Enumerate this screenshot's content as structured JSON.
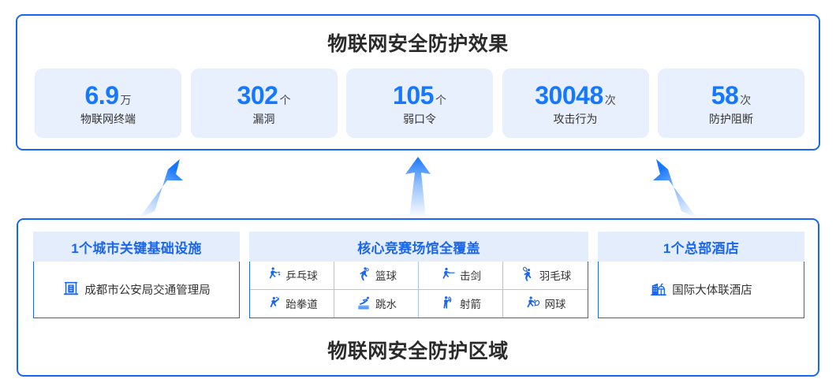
{
  "top": {
    "title": "物联网安全防护效果",
    "stats": [
      {
        "number": "6.9",
        "unit": "万",
        "label": "物联网终端"
      },
      {
        "number": "302",
        "unit": "个",
        "label": "漏洞"
      },
      {
        "number": "105",
        "unit": "个",
        "label": "弱口令"
      },
      {
        "number": "30048",
        "unit": "次",
        "label": "攻击行为"
      },
      {
        "number": "58",
        "unit": "次",
        "label": "防护阻断"
      }
    ]
  },
  "arrows": [
    {
      "name": "arrow-left-diagonal"
    },
    {
      "name": "arrow-middle-vertical"
    },
    {
      "name": "arrow-right-diagonal"
    }
  ],
  "bottom": {
    "title": "物联网安全防护区域",
    "zone_left": {
      "header": "1个城市关键基础设施",
      "entity": {
        "icon": "government-building-icon",
        "label": "成都市公安局交通管理局"
      }
    },
    "zone_mid": {
      "header": "核心竞赛场馆全覆盖",
      "sports": [
        {
          "icon": "table-tennis-icon",
          "label": "乒乓球"
        },
        {
          "icon": "basketball-icon",
          "label": "篮球"
        },
        {
          "icon": "fencing-icon",
          "label": "击剑"
        },
        {
          "icon": "badminton-icon",
          "label": "羽毛球"
        },
        {
          "icon": "taekwondo-icon",
          "label": "跆拳道"
        },
        {
          "icon": "diving-icon",
          "label": "跳水"
        },
        {
          "icon": "archery-icon",
          "label": "射箭"
        },
        {
          "icon": "tennis-icon",
          "label": "网球"
        }
      ]
    },
    "zone_right": {
      "header": "1个总部酒店",
      "entity": {
        "icon": "hotel-building-icon",
        "label": "国际大体联酒店"
      }
    }
  },
  "colors": {
    "brand_blue": "#1A66F0",
    "number_blue": "#1677FF",
    "card_bg": "#E8EFFD",
    "header_bg": "#E3EDFB",
    "grid_line": "#A8C6F2",
    "text_dark": "#2b2b2b"
  }
}
